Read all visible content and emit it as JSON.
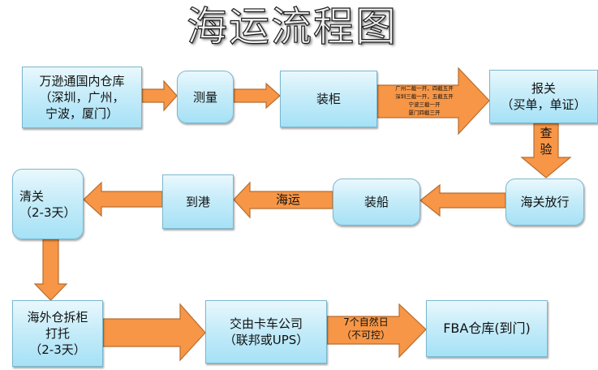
{
  "title": "海运流程图",
  "colors": {
    "arrow_fill": "#f79646",
    "arrow_stroke": "#b66d31",
    "box_top": "#e9f8fd",
    "box_bottom": "#a6e1f6",
    "box_border": "#7ab8cf"
  },
  "nodes": {
    "domestic_warehouse": "万逊通国内仓库\n（深圳，广州，\n宁波，厦门）",
    "measure": "测量",
    "load_container": "装柜",
    "customs_declaration": "报关\n（买单，单证）",
    "customs_release": "海关放行",
    "ship_loading": "装船",
    "port_arrival": "到港",
    "customs_clearance": "清关\n（2-3天）",
    "overseas_unpack": "海外仓拆柜\n打托\n（2-3天）",
    "truck_company": "交由卡车公司\n（联邦或UPS）",
    "fba_warehouse": "FBA仓库(到门)"
  },
  "arrow_labels": {
    "loading_schedule": "广州二截一开，四截五开\n深圳三截一开，五截五开\n宁波三截一开\n厦门四截三开",
    "inspection": "查\n验",
    "sea_freight": "海运",
    "transit_days": "7个自然日\n（不可控）"
  }
}
